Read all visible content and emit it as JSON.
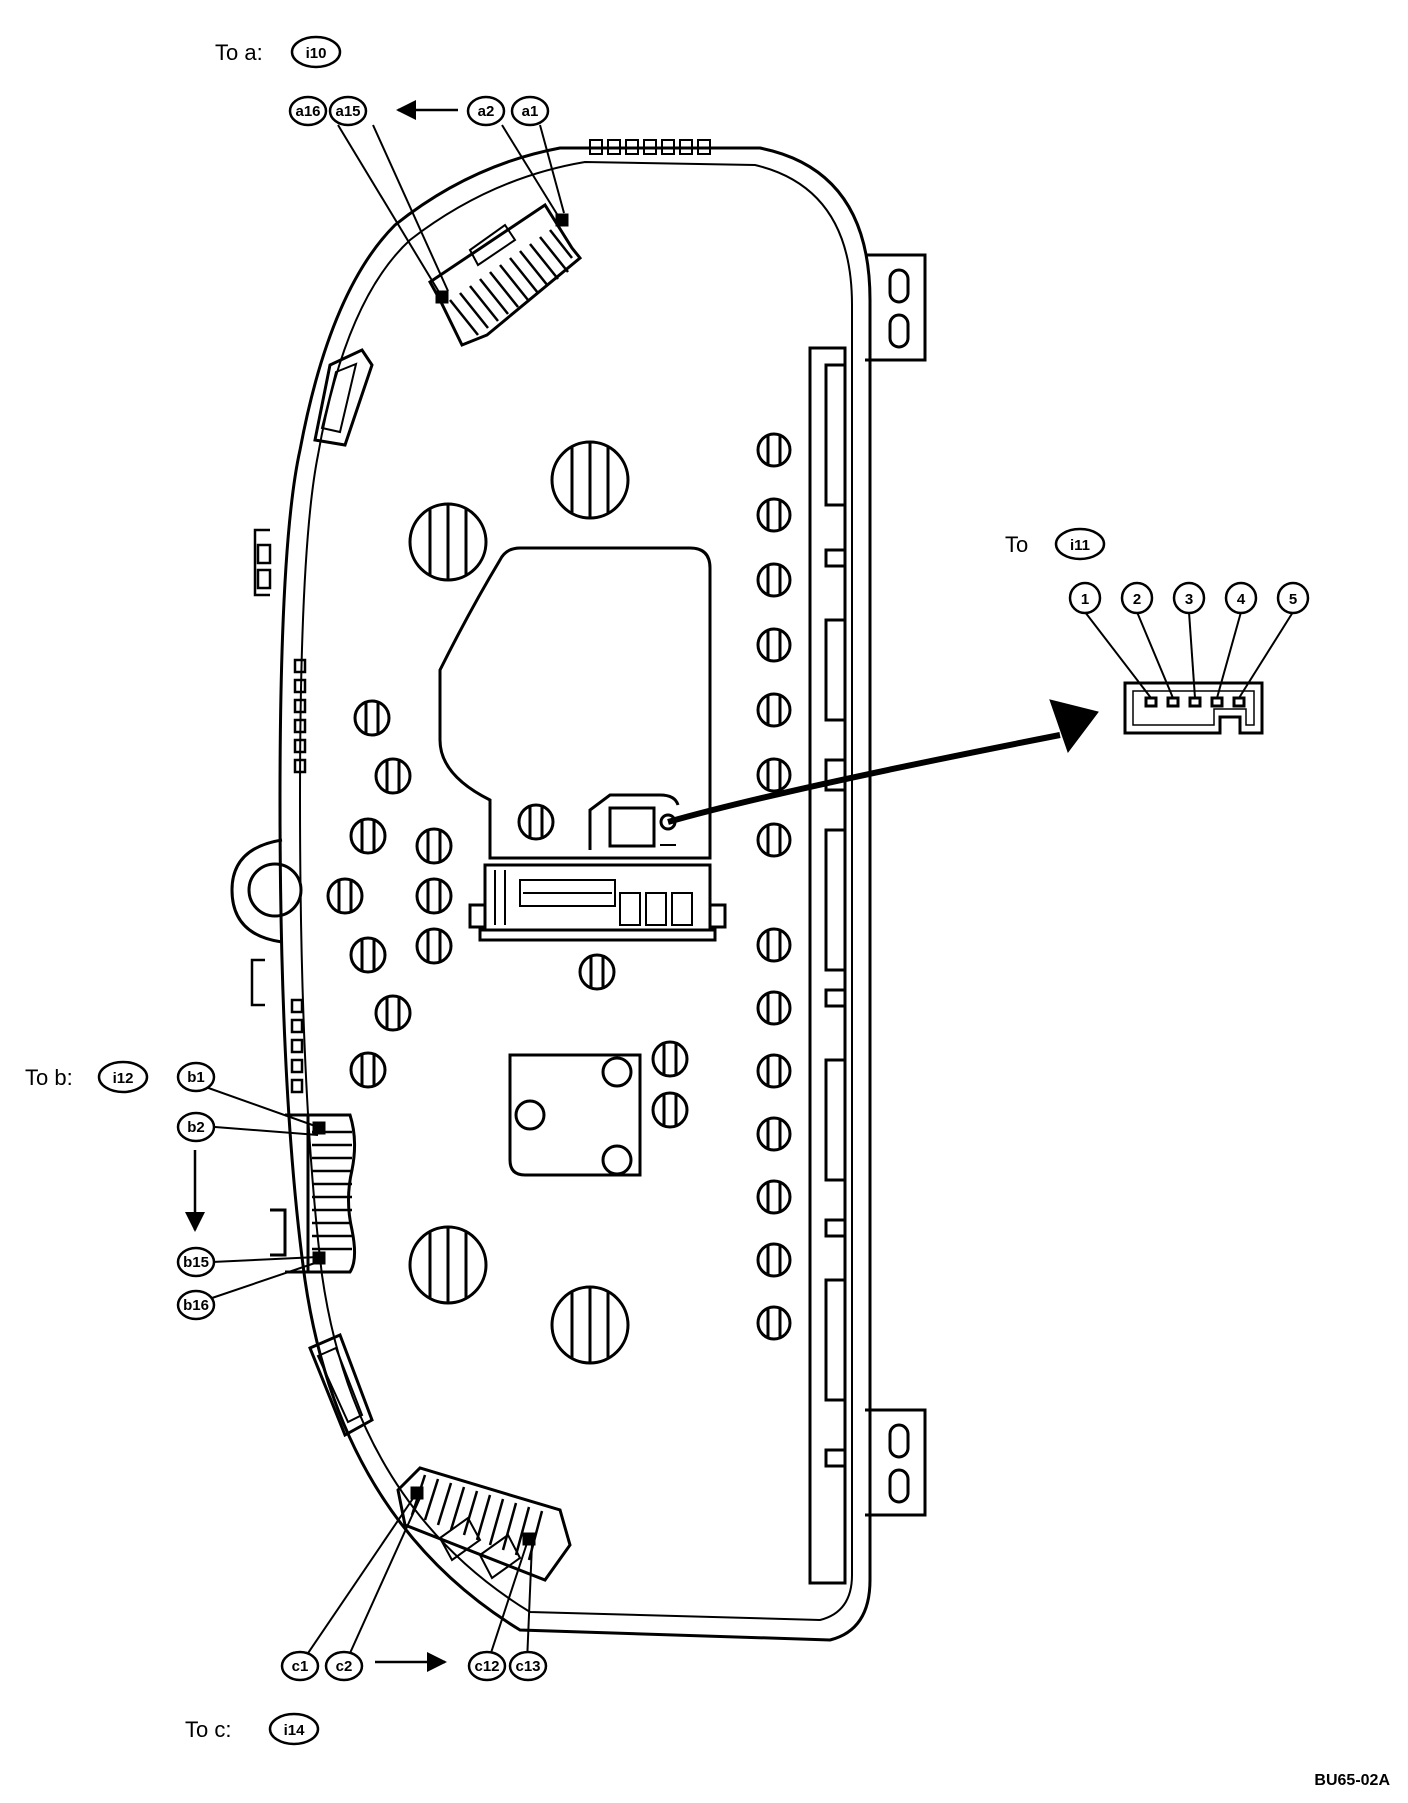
{
  "diagram": {
    "connectors": {
      "a": {
        "to_prefix": "To a:",
        "target": "i10",
        "pins": {
          "p16": "a16",
          "p15": "a15",
          "p2": "a2",
          "p1": "a1"
        }
      },
      "b": {
        "to_prefix": "To b:",
        "target": "i12",
        "pins": {
          "p1": "b1",
          "p2": "b2",
          "p15": "b15",
          "p16": "b16"
        }
      },
      "c": {
        "to_prefix": "To c:",
        "target": "i14",
        "pins": {
          "p1": "c1",
          "p2": "c2",
          "p12": "c12",
          "p13": "c13"
        }
      },
      "i11": {
        "to_prefix": "To",
        "target": "i11",
        "pins": [
          "1",
          "2",
          "3",
          "4",
          "5"
        ]
      }
    },
    "figure_code": "BU65-02A"
  }
}
